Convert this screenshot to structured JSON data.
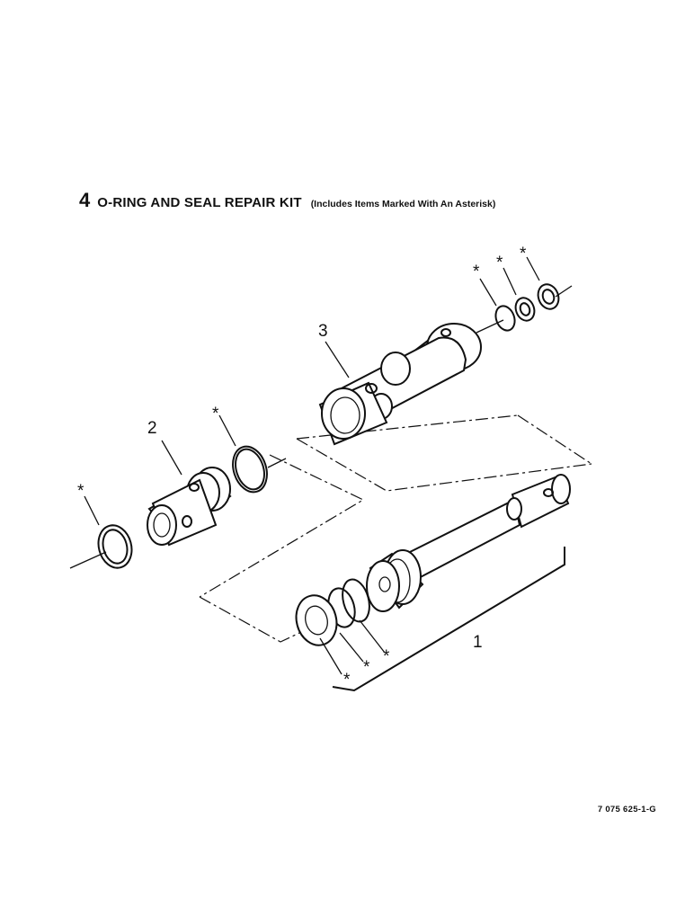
{
  "kit": {
    "number": "4",
    "title": "O-RING AND SEAL REPAIR KIT",
    "note": "(Includes Items Marked With An Asterisk)"
  },
  "callouts": {
    "item1": "1",
    "item2": "2",
    "item3": "3",
    "asterisk": "*"
  },
  "reference": "7 075 625-1-G"
}
